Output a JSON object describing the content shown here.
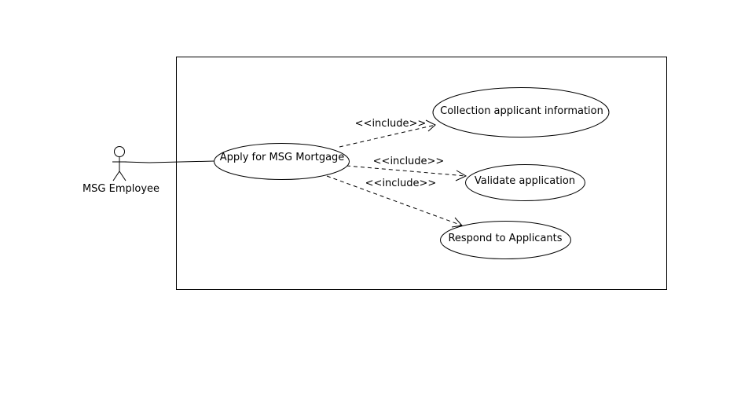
{
  "actor": {
    "name": "MSG Employee",
    "icon": "stick-figure-actor-icon"
  },
  "use_cases": {
    "main": "Apply for MSG Mortgage",
    "collect": "Collection applicant information",
    "validate": "Validate application",
    "respond": "Respond to Applicants"
  },
  "relationships": {
    "include_collect": "<<include>>",
    "include_validate": "<<include>>",
    "include_respond": "<<include>>"
  }
}
